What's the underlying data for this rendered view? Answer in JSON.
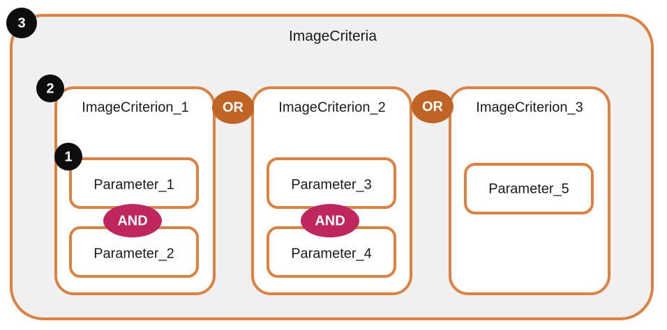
{
  "diagram": {
    "title": "ImageCriteria",
    "colors": {
      "border": "#dd8040",
      "outer_fill": "#f0f0f0",
      "inner_fill": "#ffffff",
      "or_operator": "#bf6425",
      "and_operator": "#c0265e",
      "badge": "#0d0d0d",
      "text": "#1a1a1a"
    },
    "badges": [
      {
        "label": "1",
        "target": "parameter-level"
      },
      {
        "label": "2",
        "target": "criterion-level"
      },
      {
        "label": "3",
        "target": "criteria-level"
      }
    ],
    "operators": {
      "or": "OR",
      "and": "AND"
    },
    "criteria": [
      {
        "label": "ImageCriterion_1",
        "parameters": [
          {
            "label": "Parameter_1"
          },
          {
            "label": "Parameter_2"
          }
        ],
        "operator_between_parameters": "AND"
      },
      {
        "label": "ImageCriterion_2",
        "parameters": [
          {
            "label": "Parameter_3"
          },
          {
            "label": "Parameter_4"
          }
        ],
        "operator_between_parameters": "AND"
      },
      {
        "label": "ImageCriterion_3",
        "parameters": [
          {
            "label": "Parameter_5"
          }
        ],
        "operator_between_parameters": null
      }
    ],
    "operators_between_criteria": [
      "OR",
      "OR"
    ]
  }
}
